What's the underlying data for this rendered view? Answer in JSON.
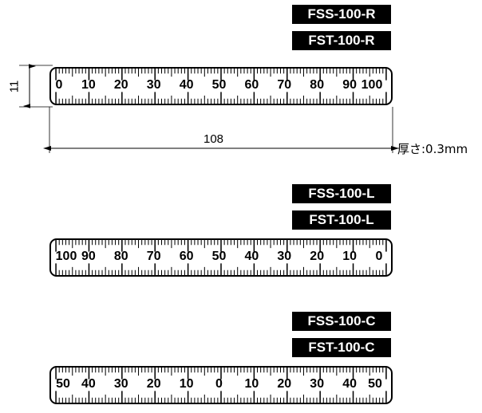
{
  "page": {
    "title": "Scale ruler dimension drawing FSS-100 / FST-100 series",
    "background_color": "#ffffff",
    "line_color": "#000000"
  },
  "groups": [
    {
      "id": "group-r",
      "tags": [
        "FSS-100-R",
        "FST-100-R"
      ],
      "ruler": {
        "direction": "left-to-right",
        "labels": [
          "0",
          "10",
          "20",
          "30",
          "40",
          "50",
          "60",
          "70",
          "80",
          "90",
          "100"
        ],
        "label_values": [
          0,
          10,
          20,
          30,
          40,
          50,
          60,
          70,
          80,
          90,
          100
        ],
        "range_mm": [
          0,
          100
        ],
        "tick_interval_mm": 1,
        "medium_tick_interval_mm": 5,
        "major_tick_interval_mm": 10
      },
      "dimensions": {
        "height": "11",
        "length": "108",
        "thickness": "厚さ:0.3mm"
      }
    },
    {
      "id": "group-l",
      "tags": [
        "FSS-100-L",
        "FST-100-L"
      ],
      "ruler": {
        "direction": "right-to-left",
        "labels": [
          "100",
          "90",
          "80",
          "70",
          "60",
          "50",
          "40",
          "30",
          "20",
          "10",
          "0"
        ],
        "label_values": [
          100,
          90,
          80,
          70,
          60,
          50,
          40,
          30,
          20,
          10,
          0
        ],
        "range_mm": [
          0,
          100
        ],
        "tick_interval_mm": 1,
        "medium_tick_interval_mm": 5,
        "major_tick_interval_mm": 10
      }
    },
    {
      "id": "group-c",
      "tags": [
        "FSS-100-C",
        "FST-100-C"
      ],
      "ruler": {
        "direction": "center-zero",
        "labels": [
          "50",
          "40",
          "30",
          "20",
          "10",
          "0",
          "10",
          "20",
          "30",
          "40",
          "50"
        ],
        "label_values": [
          50,
          40,
          30,
          20,
          10,
          0,
          10,
          20,
          30,
          40,
          50
        ],
        "range_mm": [
          -50,
          50
        ],
        "tick_interval_mm": 1,
        "medium_tick_interval_mm": 5,
        "major_tick_interval_mm": 10
      }
    }
  ]
}
